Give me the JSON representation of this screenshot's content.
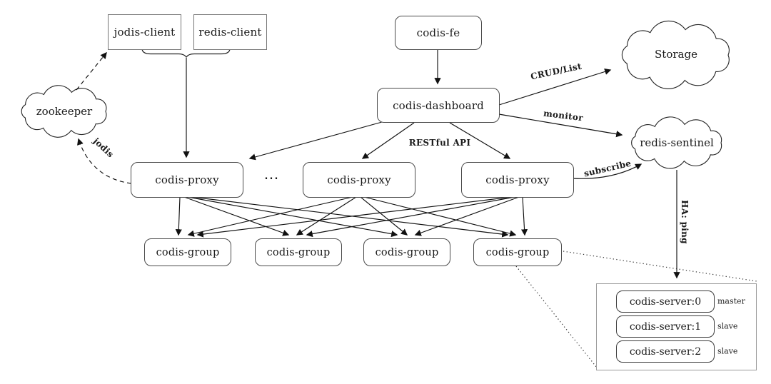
{
  "diagram": {
    "nodes": {
      "jodis_client": "jodis-client",
      "redis_client": "redis-client",
      "codis_fe": "codis-fe",
      "codis_dashboard": "codis-dashboard",
      "zookeeper": "zookeeper",
      "storage": "Storage",
      "redis_sentinel": "redis-sentinel",
      "ellipsis": "⋯"
    },
    "proxies": [
      "codis-proxy",
      "codis-proxy",
      "codis-proxy"
    ],
    "groups": [
      "codis-group",
      "codis-group",
      "codis-group",
      "codis-group"
    ],
    "edge_labels": {
      "crud_list": "CRUD/List",
      "monitor": "monitor",
      "restful_api": "RESTful API",
      "subscribe": "subscribe",
      "jodis": "jodis",
      "ha_ping": "HA: ping"
    },
    "group_detail": {
      "servers": [
        {
          "name": "codis-server:0",
          "role": "master"
        },
        {
          "name": "codis-server:1",
          "role": "slave"
        },
        {
          "name": "codis-server:2",
          "role": "slave"
        }
      ]
    },
    "colors": {
      "background": "#ffffff",
      "line": "#111111",
      "box_border": "#4a4a4a"
    }
  }
}
